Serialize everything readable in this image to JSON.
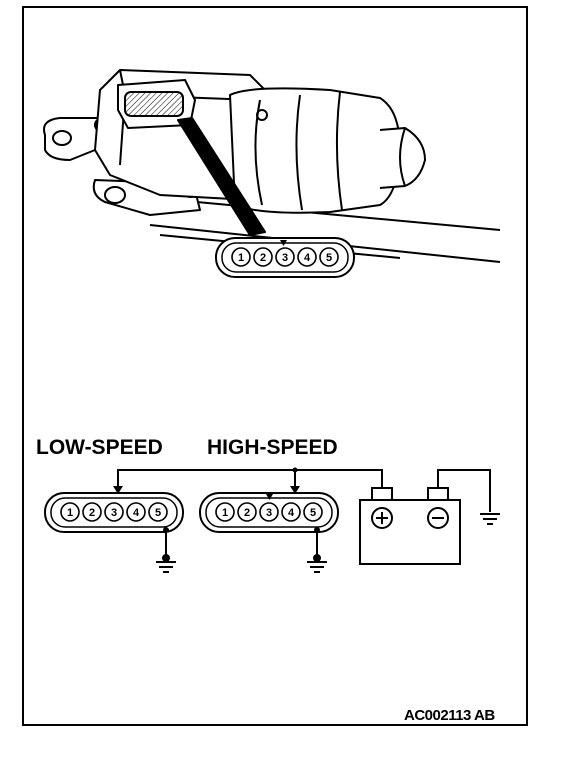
{
  "labels": {
    "low_speed": "LOW-SPEED",
    "high_speed": "HIGH-SPEED",
    "figure_id": "AC002113 AB"
  },
  "connector": {
    "pins": [
      "1",
      "2",
      "3",
      "4",
      "5"
    ]
  },
  "battery": {
    "positive_symbol": "⊕",
    "negative_symbol": "⊖"
  },
  "colors": {
    "ink": "#000000",
    "paper": "#ffffff"
  }
}
